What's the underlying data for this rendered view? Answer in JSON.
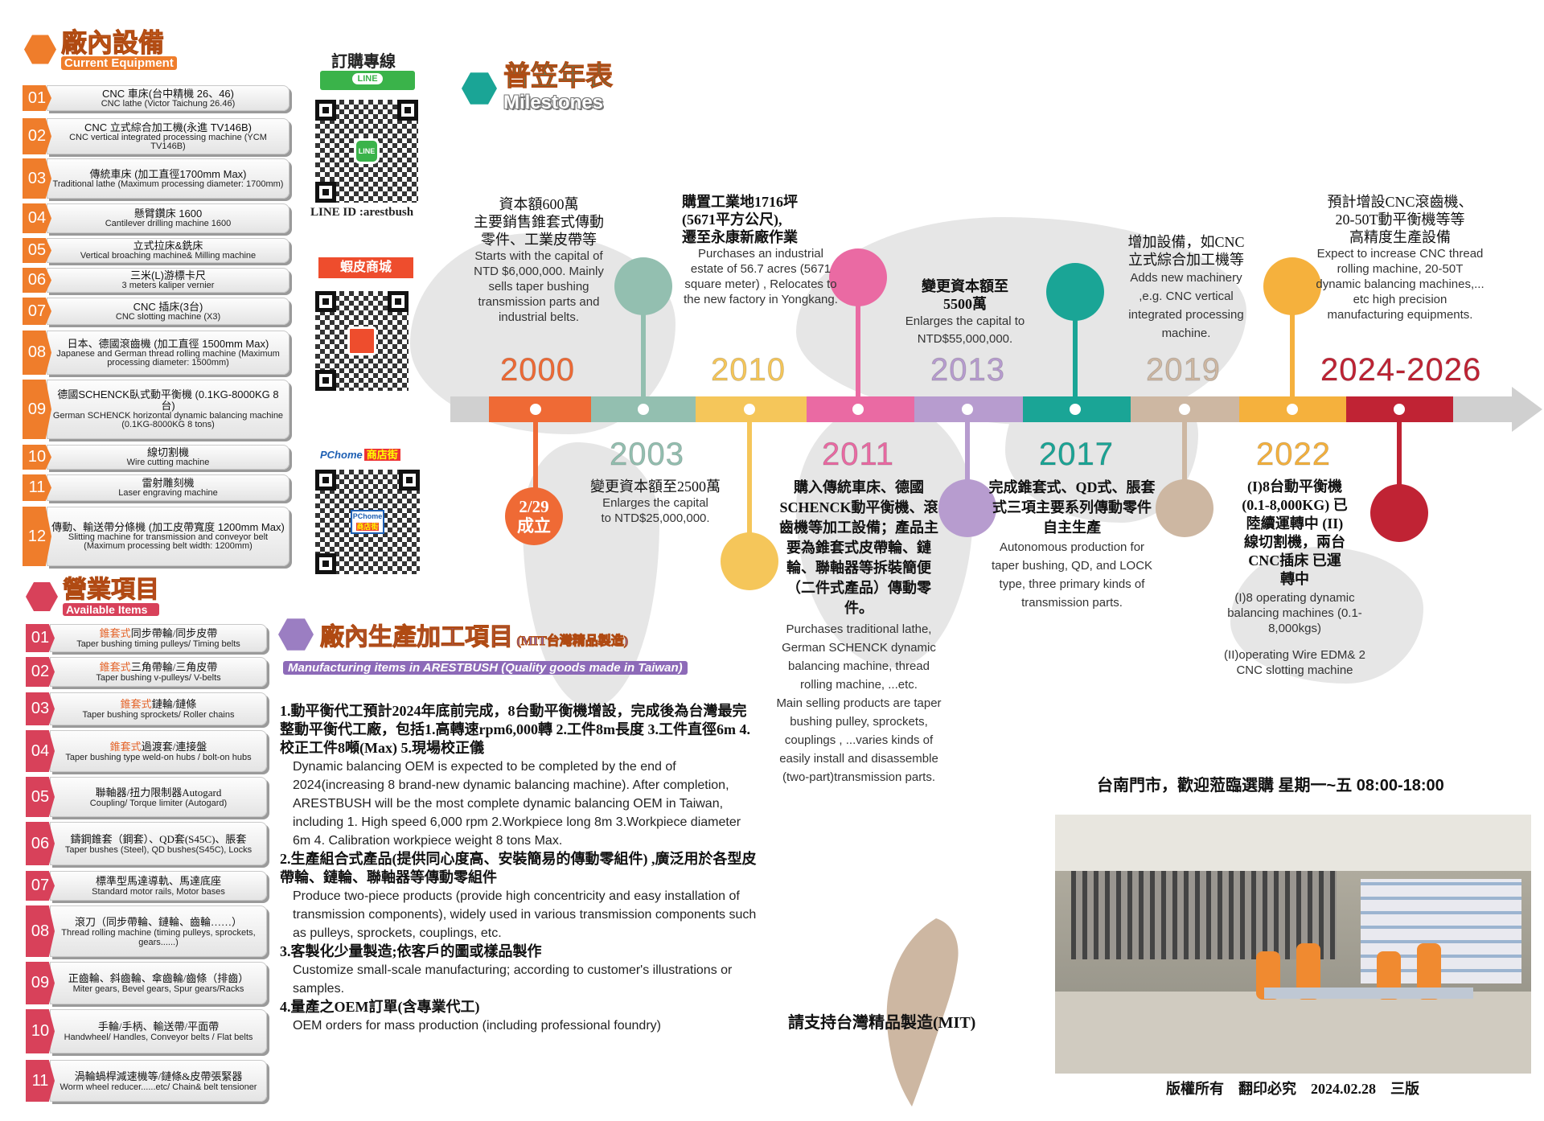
{
  "equipment": {
    "title_zh": "廠內設備",
    "title_en": "Current Equipment",
    "items": [
      {
        "n": "01",
        "zh": "CNC 車床(台中精機 26、46)",
        "en": "CNC lathe (Victor Taichung 26.46)"
      },
      {
        "n": "02",
        "zh": "CNC 立式綜合加工機(永進 TV146B)",
        "en": "CNC vertical integrated processing machine (YCM TV146B)"
      },
      {
        "n": "03",
        "zh": "傳統車床 (加工直徑1700mm Max)",
        "en": "Traditional lathe (Maximum processing diameter: 1700mm)"
      },
      {
        "n": "04",
        "zh": "懸臂鑽床 1600",
        "en": "Cantilever drilling machine 1600"
      },
      {
        "n": "05",
        "zh": "立式拉床&銑床",
        "en": "Vertical broaching machine& Milling machine"
      },
      {
        "n": "06",
        "zh": "三米(L)游標卡尺",
        "en": "3 meters kaliper vernier"
      },
      {
        "n": "07",
        "zh": "CNC 插床(3台)",
        "en": "CNC slotting machine (X3)"
      },
      {
        "n": "08",
        "zh": "日本、德國滾齒機 (加工直徑 1500mm Max)",
        "en": "Japanese and German thread rolling machine (Maximum processing diameter: 1500mm)"
      },
      {
        "n": "09",
        "zh": "德國SCHENCK臥式動平衡機 (0.1KG-8000KG 8台)",
        "en": "German SCHENCK horizontal dynamic balancing machine (0.1KG-8000KG 8 tons)"
      },
      {
        "n": "10",
        "zh": "線切割機",
        "en": "Wire cutting machine"
      },
      {
        "n": "11",
        "zh": "雷射雕刻機",
        "en": "Laser engraving machine"
      },
      {
        "n": "12",
        "zh": "傳動、輸送帶分條機 (加工皮帶寬度 1200mm Max)",
        "en": "Slitting machine for transmission and conveyor belt (Maximum processing belt width: 1200mm)"
      }
    ]
  },
  "items_section": {
    "title_zh": "營業項目",
    "title_en": "Available Items",
    "items": [
      {
        "n": "01",
        "pre": "錐套式",
        "zh": "同步帶輪/同步皮帶",
        "en": "Taper bushing timing pulleys/ Timing belts"
      },
      {
        "n": "02",
        "pre": "錐套式",
        "zh": "三角帶輪/三角皮帶",
        "en": "Taper bushing v-pulleys/ V-belts"
      },
      {
        "n": "03",
        "pre": "錐套式",
        "zh": "鏈輪/鏈條",
        "en": "Taper bushing sprockets/ Roller chains"
      },
      {
        "n": "04",
        "pre": "錐套式",
        "zh": "過渡套/連接盤",
        "en": "Taper bushing type weld-on hubs / bolt-on hubs"
      },
      {
        "n": "05",
        "pre": "",
        "zh": "聯軸器/扭力限制器Autogard",
        "en": "Coupling/ Torque limiter (Autogard)"
      },
      {
        "n": "06",
        "pre": "",
        "zh": "鑄鋼錐套（鋼套）、QD套(S45C)、脹套",
        "en": "Taper bushes (Steel), QD bushes(S45C), Locks"
      },
      {
        "n": "07",
        "pre": "",
        "zh": "標準型馬達導軌、馬達底座",
        "en": "Standard motor rails, Motor bases"
      },
      {
        "n": "08",
        "pre": "",
        "zh": "滾刀（同步帶輪、鏈輪、齒輪……）",
        "en": "Thread rolling machine (timing pulleys, sprockets, gears......)"
      },
      {
        "n": "09",
        "pre": "",
        "zh": "正齒輪、斜齒輪、傘齒輪/齒條（排齒）",
        "en": "Miter gears, Bevel gears, Spur gears/Racks"
      },
      {
        "n": "10",
        "pre": "",
        "zh": "手輪/手柄、輸送帶/平面帶",
        "en": "Handwheel/ Handles, Conveyor belts / Flat belts"
      },
      {
        "n": "11",
        "pre": "",
        "zh": "渦輪蝸桿減速機等/鏈條&皮帶張緊器",
        "en": "Worm wheel reducer......etc/ Chain& belt tensioner"
      }
    ]
  },
  "order": {
    "title": "訂購專線",
    "line_label": "LINE",
    "line_id": "LINE ID :arestbush",
    "shopee": "蝦皮商城",
    "pchome": "PChome",
    "pchome_tag": "商店街"
  },
  "milestones": {
    "title_zh": "普笠年表",
    "title_en": "Milestones",
    "colors": {
      "2000": "#ef6a35",
      "2003": "#93bfb0",
      "2010": "#f5c65a",
      "2011": "#ea6aa3",
      "2013": "#b79ccf",
      "2017": "#1aa596",
      "2019": "#cdb7a2",
      "2022": "#f5b13d",
      "2024": "#c02334"
    },
    "years": {
      "y2000": "2000",
      "y2003": "2003",
      "y2010": "2010",
      "y2011": "2011",
      "y2013": "2013",
      "y2017": "2017",
      "y2019": "2019",
      "y2022": "2022",
      "y2024": "2024-2026"
    },
    "founding": {
      "l1": "2/29",
      "l2": "成立"
    },
    "e2000": {
      "zh1": "資本額600萬",
      "zh2": "主要銷售錐套式傳動",
      "zh3": "零件、工業皮帶等",
      "en": "Starts with the capital of NTD $6,000,000. Mainly sells taper bushing transmission parts and industrial belts."
    },
    "e2003": {
      "zh": "變更資本額至2500萬",
      "en": "Enlarges the capital to NTD$25,000,000."
    },
    "e2010": {
      "zh1": "購置工業地1716坪",
      "zh2": "(5671平方公尺),",
      "zh3": "遷至永康新廠作業",
      "en": "Purchases an industrial estate of 56.7 acres (5671 square meter) , Relocates to the new factory in Yongkang."
    },
    "e2011": {
      "zh": "購入傳統車床、德國SCHENCK動平衡機、滾齒機等加工設備；產品主要為錐套式皮帶輪、鏈輪、聯軸器等拆裝簡便（二件式產品）傳動零件。",
      "en1": "Purchases traditional lathe, German SCHENCK dynamic balancing machine, thread rolling machine, ...etc.",
      "en2": "Main selling products are taper bushing pulley, sprockets, couplings , ...varies kinds of easily install and disassemble (two-part)transmission parts."
    },
    "e2013": {
      "zh1": "變更資本額至",
      "zh2": "5500萬",
      "en": "Enlarges the capital to NTD$55,000,000."
    },
    "e2017": {
      "zh": "完成錐套式、QD式、脹套式三項主要系列傳動零件自主生產",
      "en": "Autonomous production for taper bushing, QD, and LOCK type, three primary kinds of transmission parts."
    },
    "e2019": {
      "zh1": "增加設備，如CNC",
      "zh2": "立式綜合加工機等",
      "en": "Adds new machinery ,e.g. CNC vertical integrated processing machine."
    },
    "e2022": {
      "zh": "(I)8台動平衡機 (0.1-8,000KG) 已陸續運轉中 (II)線切割機，兩台CNC插床 已運轉中",
      "en1": "(I)8 operating dynamic balancing machines (0.1-8,000kgs)",
      "en2": "(II)operating Wire EDM& 2 CNC slotting machine"
    },
    "e2024": {
      "zh1": "預計增設CNC滾齒機、",
      "zh2": "20-50T動平衡機等等",
      "zh3": "高精度生產設備",
      "en": "Expect to increase CNC thread rolling machine, 20-50T dynamic balancing machines,... etc high precision manufacturing equipments."
    }
  },
  "manufacturing": {
    "title_zh": "廠內生產加工項目",
    "title_tag": "(MIT台灣精品製造)",
    "title_en": "Manufacturing items in ARESTBUSH (Quality goods made in Taiwan)",
    "p1_zh": "1.動平衡代工預計2024年底前完成，8台動平衡機增設，完成後為台灣最完整動平衡代工廠，包括1.高轉速rpm6,000轉 2.工件8m長度 3.工件直徑6m 4.校正工件8噸(Max) 5.現場校正儀",
    "p1_en": "Dynamic balancing OEM is expected to be completed by the end of 2024(increasing 8 brand-new dynamic balancing machine). After completion, ARESTBUSH will be the most complete dynamic balancing OEM in Taiwan, including 1. High speed 6,000 rpm 2.Workpiece long 8m 3.Workpiece diameter 6m 4. Calibration workpiece weight 8 tons Max.",
    "p2_zh": "2.生產組合式產品(提供同心度高、安裝簡易的傳動零組件) ,廣泛用於各型皮帶輪、鏈輪、聯軸器等傳動零組件",
    "p2_en": "Produce two-piece products (provide high concentricity and easy installation of transmission components), widely used in various transmission components such as pulleys, sprockets, couplings, etc.",
    "p3_zh": "3.客製化少量製造;依客戶的圖或樣品製作",
    "p3_en": "Customize small-scale manufacturing; according to customer's illustrations or samples.",
    "p4_zh": "4.量產之OEM訂單(含專業代工)",
    "p4_en": "OEM orders for mass production (including professional foundry)"
  },
  "store": {
    "hours": "台南門市，歡迎蒞臨選購 星期一~五 08:00-18:00",
    "support": "請支持台灣精品製造(MIT)",
    "copyright": "版權所有　翻印必究　2024.02.28　三版"
  }
}
